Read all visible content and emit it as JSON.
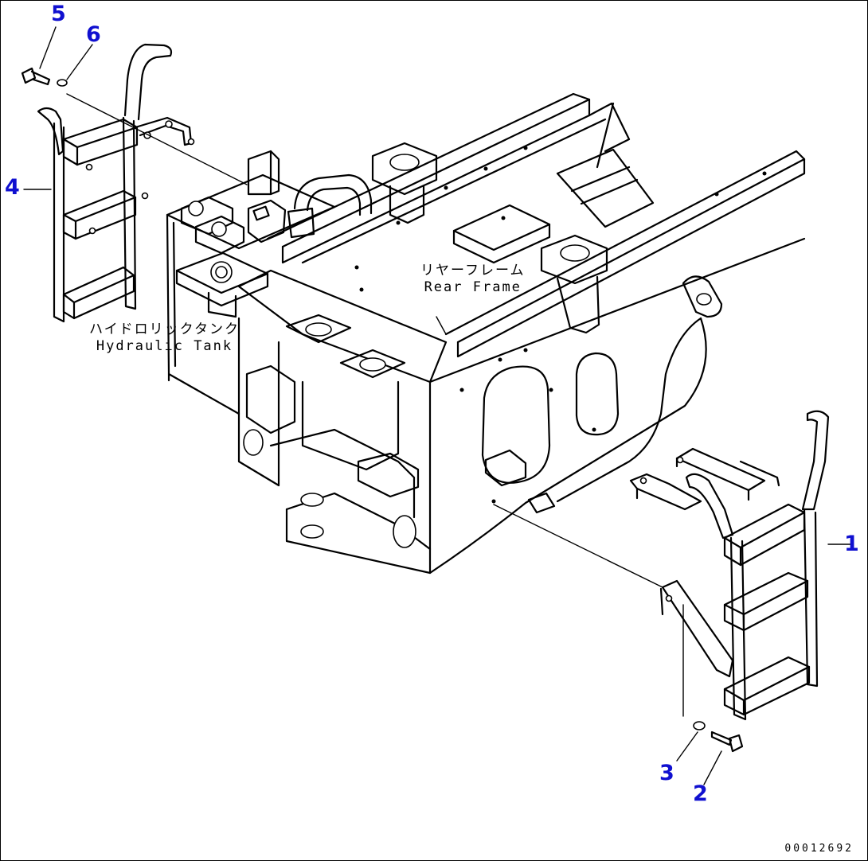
{
  "callouts": {
    "c1": "1",
    "c2": "2",
    "c3": "3",
    "c4": "4",
    "c5": "5",
    "c6": "6"
  },
  "labels": {
    "rear_frame_jp": "リヤーフレーム",
    "rear_frame_en": "Rear Frame",
    "hydraulic_tank_jp": "ハイドロリックタンク",
    "hydraulic_tank_en": "Hydraulic Tank"
  },
  "drawing_number": "00012692",
  "colors": {
    "callout": "#1010d0",
    "line": "#000000",
    "background": "#ffffff"
  }
}
